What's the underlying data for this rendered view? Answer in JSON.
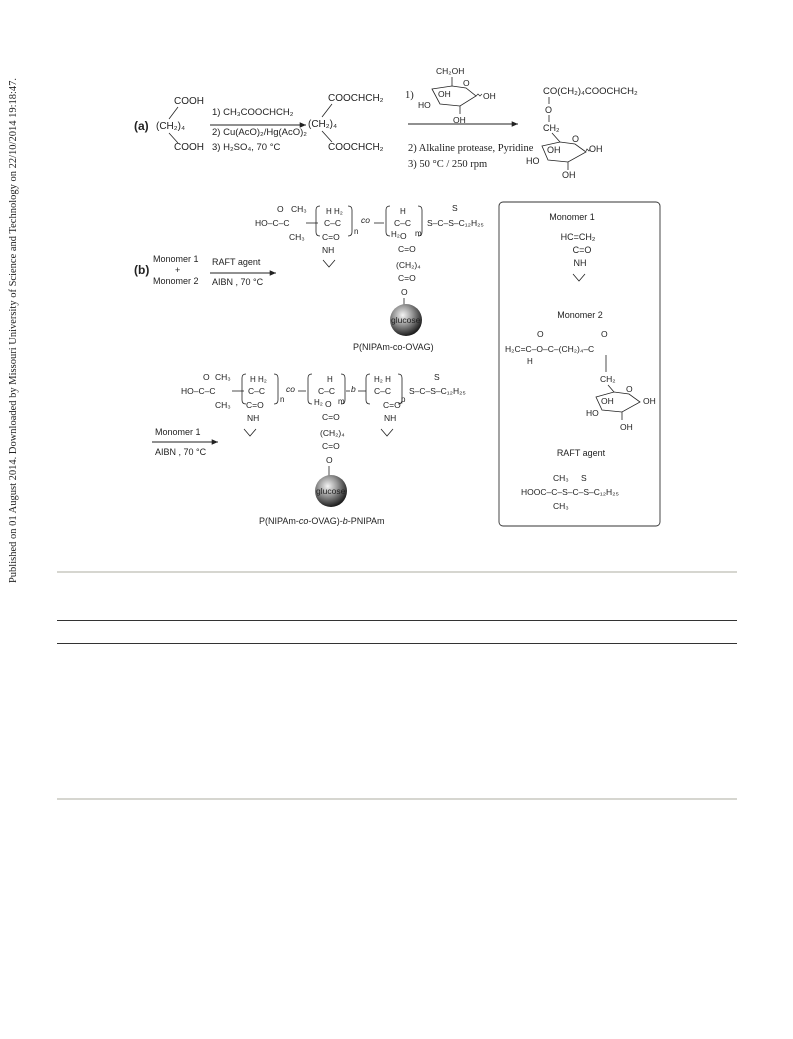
{
  "side_note": "Published on 01 August 2014. Downloaded by Missouri University of Science and Technology on 22/10/2014 19:18:47.",
  "panel_a": {
    "label": "(a)",
    "adipic": {
      "cooh_top": "COOH",
      "chain": "(CH₂)₄",
      "cooh_bottom": "COOH"
    },
    "step1": {
      "reagent1": "1) CH₃COOCHCH₂",
      "reagent2": "2) Cu(AcO)₂/Hg(AcO)₂",
      "reagent3": "3) H₂SO₄, 70 °C"
    },
    "diester": {
      "top": "COOCHCH₂",
      "chain": "(CH₂)₄",
      "bottom": "COOCHCH₂"
    },
    "step2": {
      "num1": "1)",
      "reagent2": "2) Alkaline protease, Pyridine",
      "reagent3": "3) 50 °C / 250 rpm"
    },
    "glucose": {
      "ch2oh": "CH₂OH",
      "o": "O",
      "oh1": "OH",
      "oh2": "OH",
      "ho": "HO",
      "oh3": "OH"
    },
    "product": {
      "top": "CO(CH₂)₄COOCHCH₂",
      "o1": "O",
      "ch2": "CH₂",
      "o": "O",
      "oh1": "OH",
      "oh2": "OH",
      "ho": "HO",
      "oh3": "OH"
    }
  },
  "panel_b": {
    "label": "(b)",
    "step1": {
      "monomer1": "Monomer 1",
      "plus": "+",
      "monomer2": "Monomer 2",
      "reagent1": "RAFT agent",
      "reagent2": "AIBN , 70 °C"
    },
    "polymer1": {
      "name": "P(NIPAm-co-OVAG)",
      "o": "O",
      "ch3_1": "CH₃",
      "ho_c_c": "HO–C–C",
      "ch3_2": "CH₃",
      "h_h2": "H  H₂",
      "c_c": "C–C",
      "n": "n",
      "co": "co",
      "co_text": "C=O",
      "nh": "NH",
      "h": "H",
      "c_c2": "C–C",
      "h2": "H₂",
      "m": "m",
      "o2": "O",
      "s": "S",
      "tail": "S–C–S–C₁₂H₂₅",
      "co2": "C=O",
      "chain": "(CH₂)₄",
      "co3": "C=O",
      "o3": "O",
      "glucose": "glucose"
    },
    "step2": {
      "monomer": "Monomer 1",
      "reagent": "AIBN , 70 °C"
    },
    "polymer2": {
      "name_prefix": "P(NIPAm-",
      "name_co": "co",
      "name_mid": "-OVAG)-",
      "name_b": "b",
      "name_suffix": "-PNIPAm",
      "o": "O",
      "ch3_1": "CH₃",
      "ho_c_c": "HO–C–C",
      "ch3_2": "CH₃",
      "h_h2": "H  H₂",
      "c_c": "C–C",
      "n": "n",
      "co": "co",
      "co_text": "C=O",
      "nh": "NH",
      "h": "H",
      "c_c2": "C–C",
      "h2": "H₂",
      "m": "m",
      "b": "b",
      "o2": "O",
      "h2h": "H₂ H",
      "c_c3": "C–C",
      "p": "p",
      "co4": "C=O",
      "nh2": "NH",
      "s": "S",
      "tail": "S–C–S–C₁₂H₂₅",
      "co2": "C=O",
      "chain": "(CH₂)₄",
      "co3": "C=O",
      "o3": "O",
      "glucose": "glucose"
    },
    "box": {
      "monomer1_title": "Monomer 1",
      "m1_line1": "HC=CH₂",
      "m1_line2": "C=O",
      "m1_line3": "NH",
      "monomer2_title": "Monomer 2",
      "m2_o1": "O",
      "m2_o2": "O",
      "m2_main": "H₂C=C–O–C–(CH₂)₄–C",
      "m2_h": "H",
      "m2_ch2": "CH₂",
      "m2_ring_o": "O",
      "m2_oh1": "OH",
      "m2_oh2": "OH",
      "m2_ho": "HO",
      "m2_oh3": "OH",
      "raft_title": "RAFT agent",
      "raft_ch3_1": "CH₃",
      "raft_s": "S",
      "raft_main": "HOOC–C–S–C–S–C₁₂H₂₅",
      "raft_ch3_2": "CH₃"
    }
  }
}
